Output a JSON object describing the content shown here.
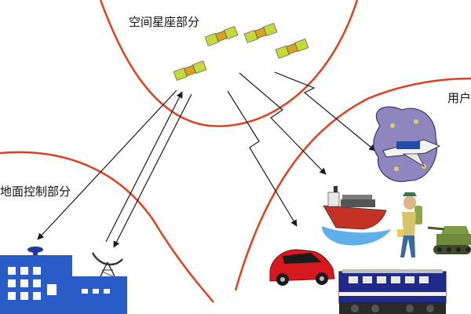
{
  "labels": {
    "space_segment": "空间星座部分",
    "ground_segment": "地面控制部分",
    "user_segment": "用户部分"
  },
  "colors": {
    "boundary": "#e0401e",
    "signal": "#1a1a1a",
    "building": "#2a5cc8",
    "window": "#ffffff",
    "satellite_panel": "#c6d93a",
    "satellite_body": "#d9a320",
    "car": "#d7181e",
    "ship_hull": "#c43226",
    "train": "#1f2a8a",
    "tank": "#6e8a3a",
    "shuttle_bg": "#8f86bf"
  },
  "icons": [
    "satellite-icon",
    "ground-station-building-icon",
    "radar-dish-icon",
    "space-shuttle-icon",
    "cargo-ship-icon",
    "hiker-icon",
    "tank-icon",
    "car-icon",
    "train-icon"
  ]
}
